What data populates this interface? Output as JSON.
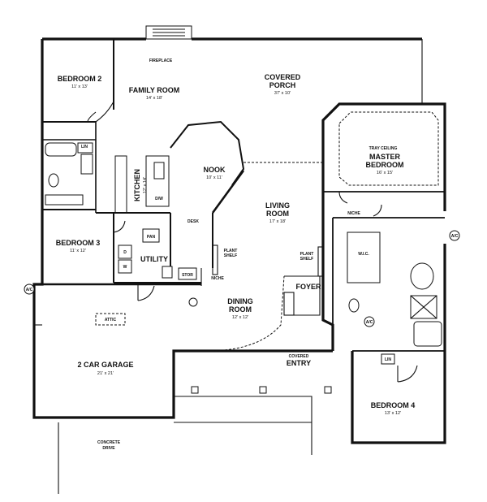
{
  "rooms": {
    "bedroom2": {
      "name": "BEDROOM 2",
      "dim": "11' x 13'"
    },
    "family": {
      "name": "FAMILY ROOM",
      "dim": "14' x 18'"
    },
    "porch": {
      "name1": "COVERED",
      "name2": "PORCH",
      "dim": "37' x 10'"
    },
    "nook": {
      "name": "NOOK",
      "dim": "10' x 11'"
    },
    "kitchen": {
      "name": "KITCHEN",
      "dim": "12' x 14'"
    },
    "master": {
      "label": "TRAY CEILING",
      "name1": "MASTER",
      "name2": "BEDROOM",
      "dim": "16' x 15'"
    },
    "living": {
      "name1": "LIVING",
      "name2": "ROOM",
      "dim": "17' x 18'"
    },
    "bedroom3": {
      "name": "BEDROOM 3",
      "dim": "11' x 12'"
    },
    "utility": {
      "name": "UTILITY"
    },
    "dining": {
      "name1": "DINING",
      "name2": "ROOM",
      "dim": "12' x 12'"
    },
    "foyer": {
      "name": "FOYER"
    },
    "garage": {
      "name": "2 CAR GARAGE",
      "dim": "21' x 21'"
    },
    "entry": {
      "name1": "COVERED",
      "name2": "ENTRY"
    },
    "bedroom4": {
      "name": "BEDROOM 4",
      "dim": "13' x 12'"
    },
    "wic": {
      "name": "W.I.C."
    }
  },
  "labels": {
    "fireplace": "FIREPLACE",
    "attic": "ATTIC",
    "driveway1": "CONCRETE",
    "driveway2": "DRIVE",
    "desk": "DESK",
    "plant_shelf1": "PLANT",
    "plant_shelf2": "SHELF",
    "stor": "STOR",
    "niche": "NICHE",
    "pantry": "PAN",
    "ac": "A/C",
    "lin": "LIN",
    "dw": "D/W",
    "dryer": "D",
    "washer": "W"
  }
}
